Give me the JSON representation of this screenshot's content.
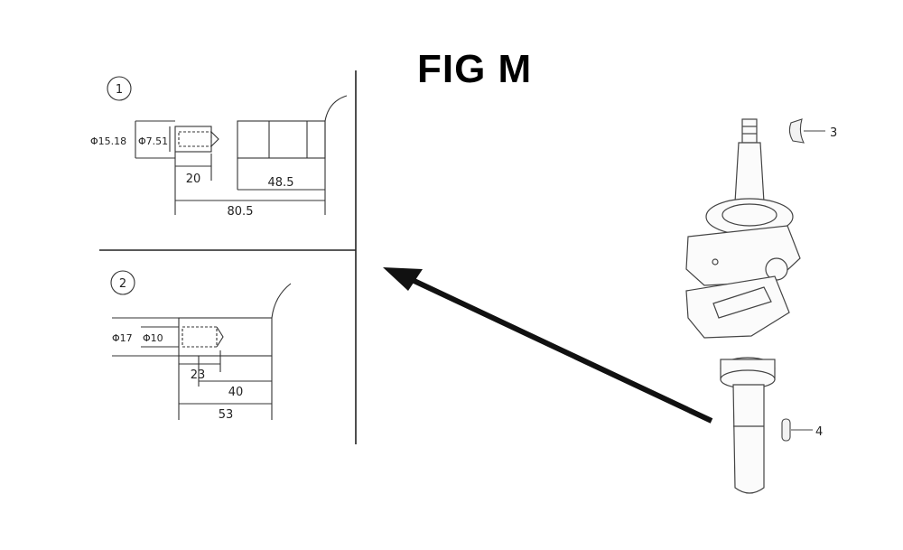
{
  "figure": {
    "title": "FIG M",
    "callouts": [
      {
        "number": "1"
      },
      {
        "number": "2"
      }
    ],
    "detail_1": {
      "outer_diameter": "Φ15.18",
      "inner_diameter": "Φ7.51",
      "depth": "20",
      "shoulder_length": "48.5",
      "total_length": "80.5"
    },
    "detail_2": {
      "outer_diameter": "Φ17",
      "inner_diameter": "Φ10",
      "depth": "23",
      "shoulder_length": "40",
      "total_length": "53"
    },
    "parts": [
      {
        "number": "3"
      },
      {
        "number": "4"
      }
    ]
  },
  "colors": {
    "ink": "#1a1a1a",
    "background": "#ffffff"
  }
}
